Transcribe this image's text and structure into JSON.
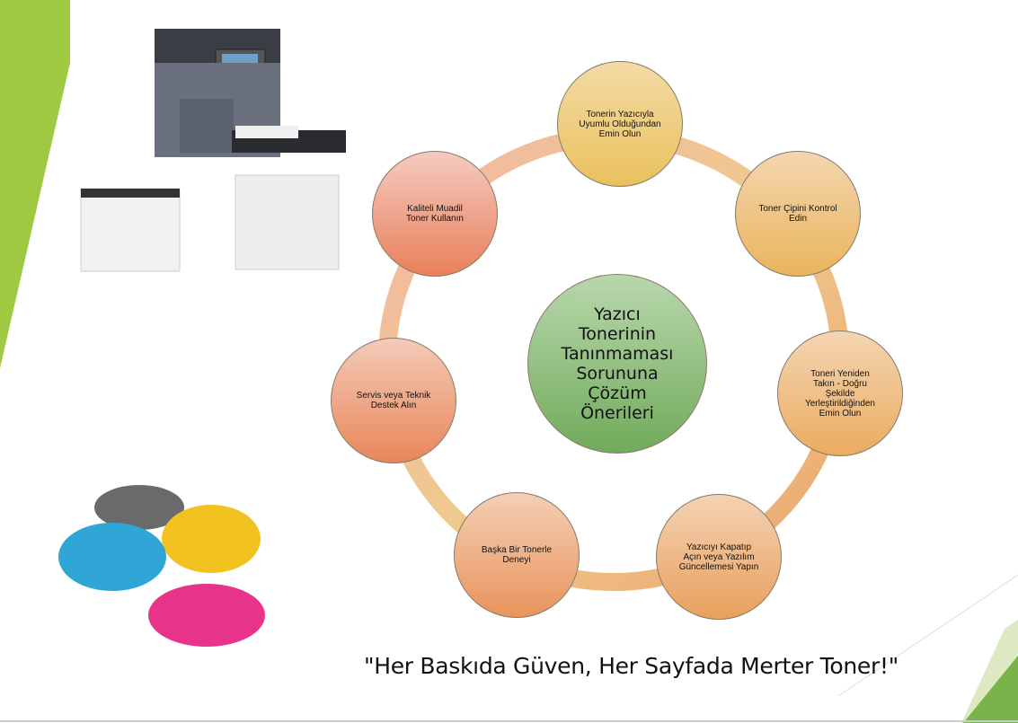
{
  "diagram": {
    "center": "Yazıcı\nTonerinin\nTanınmaması\nSorununa\nÇözüm\nÖnerileri",
    "nodes": [
      "Tonerin Yazıcıyla\nUyumlu Olduğundan\nEmin Olun",
      "Toner Çipini Kontrol\nEdin",
      "Toneri Yeniden\nTakın - Doğru\nŞekilde\nYerleştirildiğinden\nEmin Olun",
      "Yazıcıyı Kapatıp\nAçın veya Yazılım\nGüncellemesi  Yapın",
      "Başka Bir Tonerle\nDeneyi",
      "Servis veya Teknik\nDestek Alın",
      "Kaliteli  Muadil\nToner Kullanın"
    ]
  },
  "slogan": "\"Her Baskıda Güven, Her Sayfada Merter Toner!\"",
  "colors": {
    "accent_green": "#9dc73f",
    "center_green": "#7bb062"
  }
}
